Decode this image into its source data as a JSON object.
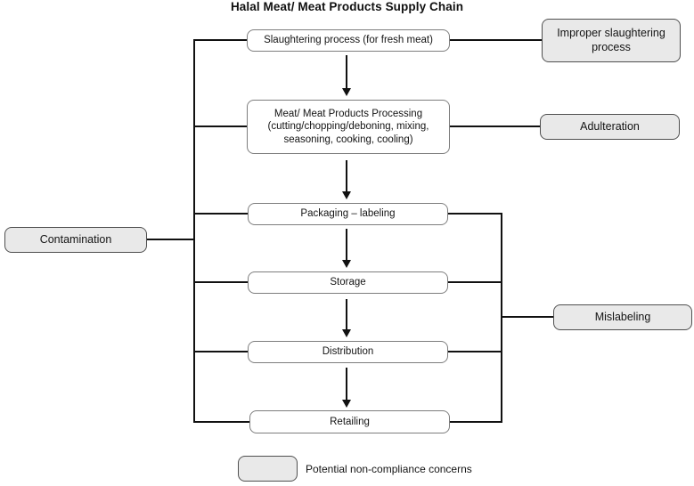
{
  "title": "Halal Meat/ Meat Products Supply Chain",
  "chain_nodes": [
    {
      "id": "slaughtering",
      "label": "Slaughtering process (for fresh meat)"
    },
    {
      "id": "processing",
      "label": "Meat/ Meat Products Processing (cutting/chopping/deboning, mixing, seasoning, cooking, cooling)"
    },
    {
      "id": "packaging",
      "label": "Packaging – labeling"
    },
    {
      "id": "storage",
      "label": "Storage"
    },
    {
      "id": "distribution",
      "label": "Distribution"
    },
    {
      "id": "retailing",
      "label": "Retailing"
    }
  ],
  "flow_order": [
    "slaughtering",
    "processing",
    "packaging",
    "storage",
    "distribution",
    "retailing"
  ],
  "concerns": [
    {
      "id": "improper-slaughtering",
      "label": "Improper slaughtering process",
      "applies_to": [
        "slaughtering"
      ],
      "side": "right"
    },
    {
      "id": "adulteration",
      "label": "Adulteration",
      "applies_to": [
        "processing"
      ],
      "side": "right"
    },
    {
      "id": "contamination",
      "label": "Contamination",
      "applies_to": [
        "slaughtering",
        "processing",
        "packaging",
        "storage",
        "distribution",
        "retailing"
      ],
      "side": "left"
    },
    {
      "id": "mislabeling",
      "label": "Mislabeling",
      "applies_to": [
        "packaging",
        "storage",
        "distribution",
        "retailing"
      ],
      "side": "right"
    }
  ],
  "legend": {
    "label": "Potential non-compliance concerns"
  },
  "colors": {
    "background": "#ffffff",
    "concern_fill": "#e9e9e9",
    "concern_border": "#4f4f4f",
    "node_fill": "#ffffff",
    "node_border": "#7d7d7d",
    "line": "#111111",
    "text": "#141414"
  }
}
